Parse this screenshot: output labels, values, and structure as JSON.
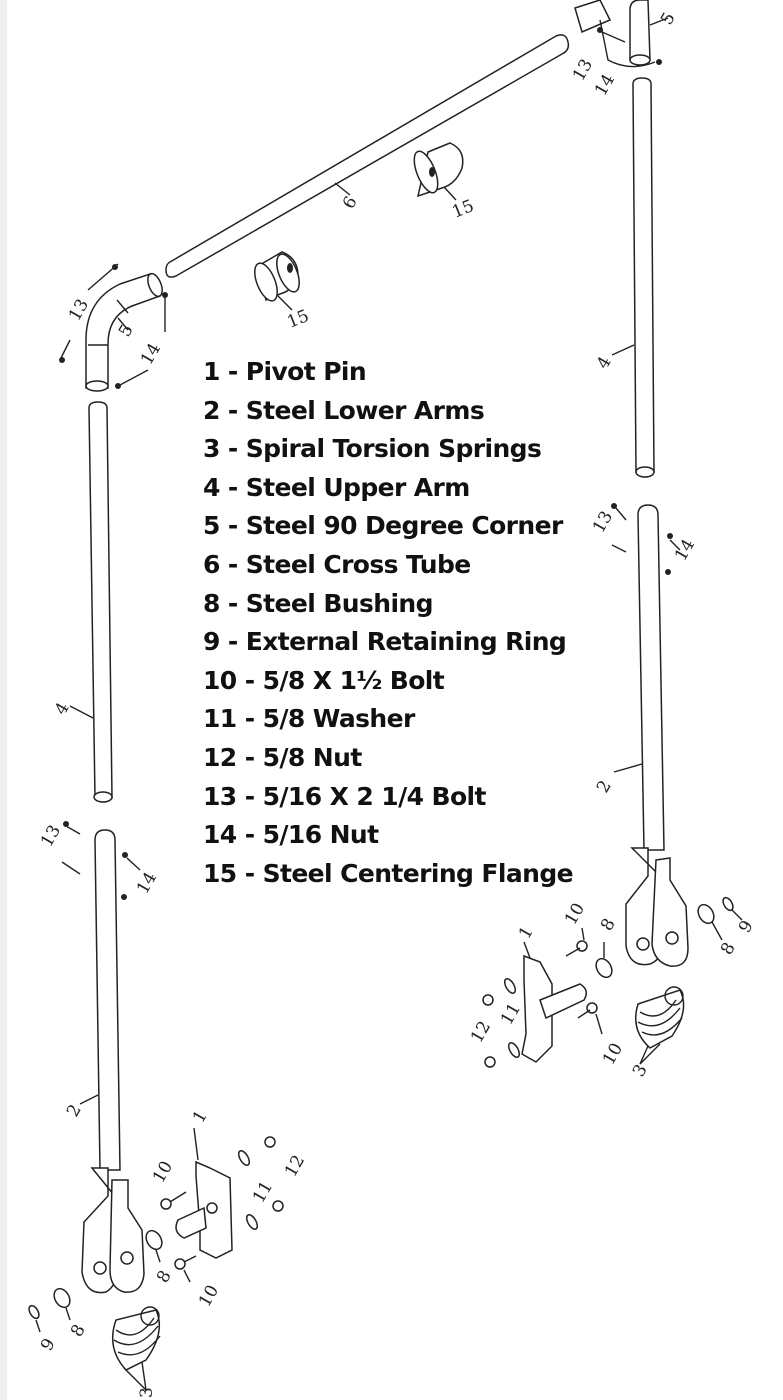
{
  "diagram": {
    "type": "exploded-parts-diagram",
    "background": "#ffffff",
    "line_color": "#222222"
  },
  "parts_list": [
    {
      "number": "1",
      "name": "Pivot Pin",
      "text": "1 - Pivot Pin"
    },
    {
      "number": "2",
      "name": "Steel Lower Arms",
      "text": "2 - Steel Lower Arms"
    },
    {
      "number": "3",
      "name": "Spiral Torsion Springs",
      "text": "3 - Spiral Torsion Springs"
    },
    {
      "number": "4",
      "name": "Steel Upper Arm",
      "text": "4 - Steel Upper Arm"
    },
    {
      "number": "5",
      "name": "Steel 90 Degree Corner",
      "text": "5 - Steel 90 Degree Corner"
    },
    {
      "number": "6",
      "name": "Steel Cross Tube",
      "text": "6 - Steel Cross Tube"
    },
    {
      "number": "8",
      "name": "Steel Bushing",
      "text": "8 - Steel Bushing"
    },
    {
      "number": "9",
      "name": "External Retaining Ring",
      "text": "9 - External Retaining Ring"
    },
    {
      "number": "10",
      "name": "5/8 X 1½ Bolt",
      "text": "10 - 5/8 X 1½ Bolt"
    },
    {
      "number": "11",
      "name": "5/8 Washer",
      "text": "11 - 5/8 Washer"
    },
    {
      "number": "12",
      "name": "5/8 Nut",
      "text": "12 - 5/8 Nut"
    },
    {
      "number": "13",
      "name": "5/16 X 2 1/4 Bolt",
      "text": "13 - 5/16 X 2 1/4 Bolt"
    },
    {
      "number": "14",
      "name": "5/16 Nut",
      "text": "14 - 5/16 Nut"
    },
    {
      "number": "15",
      "name": "Steel Centering Flange",
      "text": "15 - Steel Centering Flange"
    }
  ],
  "callouts": {
    "top_right_corner": [
      "5",
      "13",
      "14"
    ],
    "cross_tube": "6",
    "flange_a": "15",
    "flange_b": "15",
    "top_left_corner": [
      "13",
      "5",
      "14"
    ],
    "right_upper_arm": "4",
    "left_upper_arm": "4",
    "right_lower_arm_top": [
      "13",
      "14"
    ],
    "right_lower_arm": "2",
    "left_lower_arm_top": [
      "13",
      "14"
    ],
    "left_lower_arm": "2",
    "right_hardware": [
      "10",
      "8",
      "8",
      "9",
      "1",
      "12",
      "11",
      "10",
      "3"
    ],
    "left_hardware": [
      "1",
      "10",
      "11",
      "12",
      "8",
      "10",
      "9",
      "8",
      "3"
    ]
  }
}
